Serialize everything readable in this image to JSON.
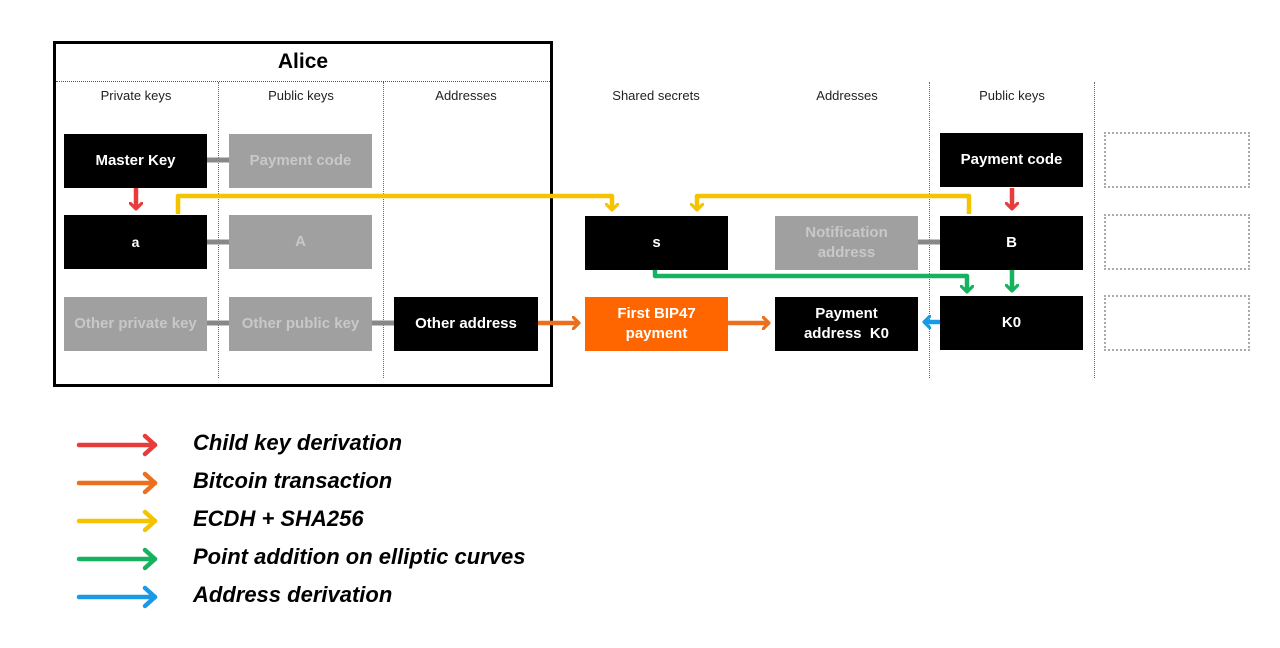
{
  "alice": {
    "title": "Alice"
  },
  "columns": {
    "private_keys": "Private keys",
    "public_keys_alice": "Public keys",
    "addresses_alice": "Addresses",
    "shared_secrets": "Shared secrets",
    "addresses_bob": "Addresses",
    "public_keys_bob": "Public keys"
  },
  "nodes": {
    "master_key": "Master Key",
    "payment_code_alice": "Payment code",
    "a": "a",
    "A": "A",
    "other_private_key": "Other private key",
    "other_public_key": "Other public key",
    "other_address": "Other address",
    "s": "s",
    "first_bip47_payment": "First BIP47 payment",
    "notification_address": "Notification address",
    "payment_address_k0": "Payment address  K0",
    "payment_code_bob": "Payment code",
    "B": "B",
    "K0": "K0"
  },
  "legend": [
    {
      "label": "Child key derivation",
      "color": "#e63c3c"
    },
    {
      "label": "Bitcoin transaction",
      "color": "#ec6f1e"
    },
    {
      "label": "ECDH + SHA256",
      "color": "#f5c400"
    },
    {
      "label": "Point addition on elliptic curves",
      "color": "#16b35e"
    },
    {
      "label": "Address derivation",
      "color": "#1a9ae6"
    }
  ],
  "colors": {
    "red": "#e63c3c",
    "orange": "#ec6f1e",
    "yellow": "#f5c400",
    "green": "#16b35e",
    "blue": "#1a9ae6",
    "connector_grey": "#888888"
  }
}
